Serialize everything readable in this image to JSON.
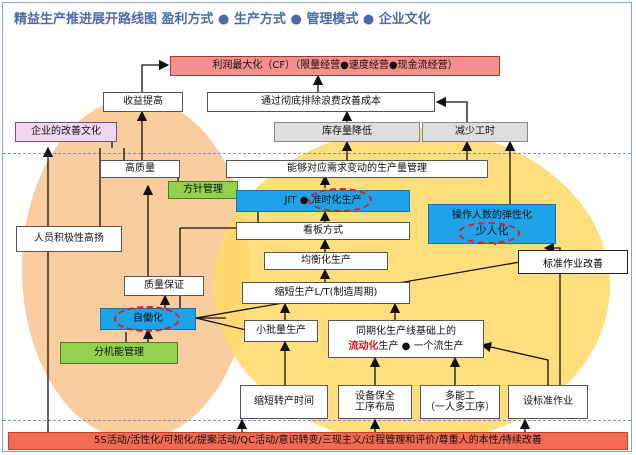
{
  "title": "精益生产推进展开路线图  盈利方式 ● 生产方式 ● 管理模式 ● 企业文化",
  "colors": {
    "accent_red": "#f48f8b",
    "accent_blue": "#1fa3e8",
    "accent_green": "#92d050",
    "blob_orange": "#f6b26b",
    "blob_yellow": "#ffd966"
  },
  "boxes": {
    "profit": "利润最大化（CF）（限量经营●速度经营●现金流经营）",
    "revenue": "收益提高",
    "eliminate_waste": "通过彻底排除浪费改善成本",
    "kaizen_culture": "企业的改善文化",
    "inventory": "库存量降低",
    "labor": "减少工时",
    "high_quality": "高质量",
    "demand_mgmt": "能够对应需求变动的生产量管理",
    "policy_mgmt": "方针管理",
    "jit": "JIT ● 准时化生产",
    "flex_staff": "操作人数的弹性化",
    "flex_staff_sub": "少人化",
    "morale": "人员积极性高扬",
    "kanban": "看板方式",
    "standard_improve": "标准作业改善",
    "leveling": "均衡化生产",
    "qa": "质量保证",
    "leadtime": "缩短生产L/T(制造周期)",
    "jidoka": "自働化",
    "small_lot": "小批量生产",
    "flow_1": "同期化生产线基础上的",
    "flow_2_red": "流动化",
    "flow_2_rest": "生产 ● 一个流生产",
    "separation": "分机能管理",
    "changeover": "缩短转产时间",
    "layout_1": "设备保全",
    "layout_2": "工序布局",
    "multiskill_1": "多能工",
    "multiskill_2": "（一人多工序）",
    "std_work": "设标准作业",
    "foundation": "5S活动/活性化/可视化/提案活动/QC活动/意识转变/三现主义/过程管理和评价/尊重人的本性/持续改善"
  }
}
